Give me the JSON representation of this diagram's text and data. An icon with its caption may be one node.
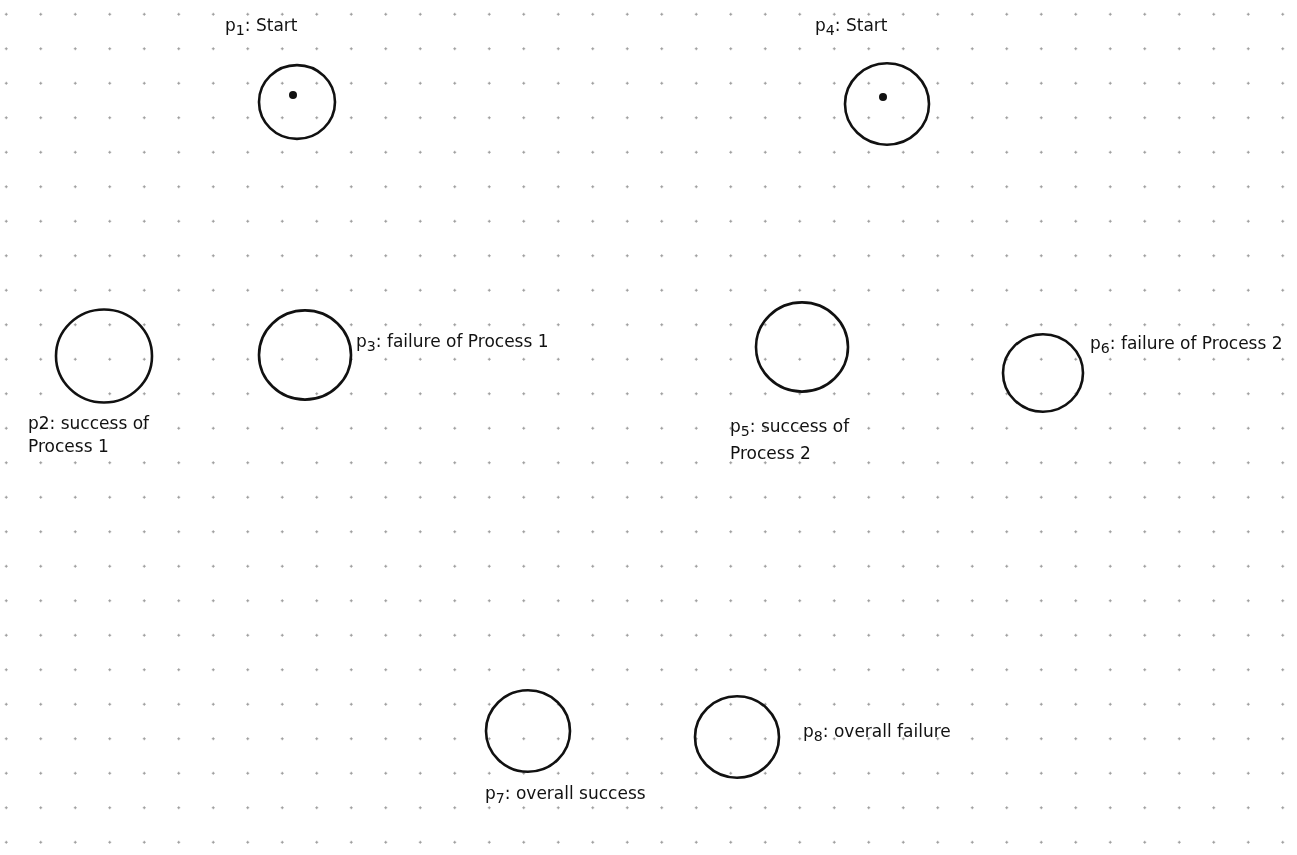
{
  "diagram": {
    "nodes": [
      {
        "text": [],
        "shape": "circle",
        "beside": [
          "p$_{1}$: Start"
        ]
      },
      {
        "text": [],
        "shape": "circle",
        "beside": [
          "p$_{4}$: Start"
        ]
      },
      {
        "text": [],
        "shape": "circle",
        "beside": [
          "p2: success of Process 1"
        ]
      },
      {
        "text": [],
        "shape": "circle",
        "beside": [
          "p$_{3}$: failure of Process 1"
        ]
      },
      {
        "text": [],
        "shape": "circle",
        "beside": [
          "p$_{5}$: success of Process 2"
        ]
      },
      {
        "text": [],
        "shape": "circle",
        "beside": [
          "p$_{6}$: failure of Process 2"
        ]
      },
      {
        "text": [],
        "shape": "circle",
        "beside": [
          "p$_{7}$: overall success"
        ]
      },
      {
        "text": [],
        "shape": "circle",
        "beside": [
          "p$_{8}$: overall failure"
        ]
      }
    ]
  }
}
